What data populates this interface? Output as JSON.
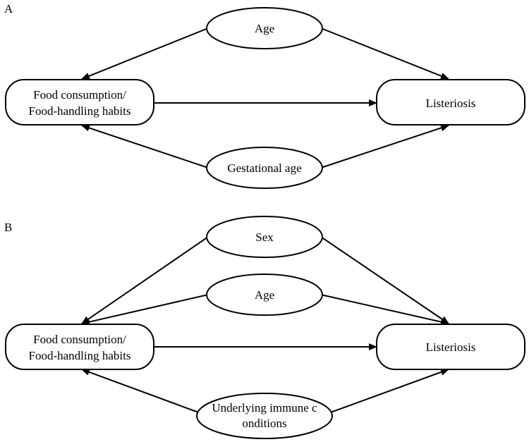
{
  "panel_a": {
    "label": "A",
    "exposure": {
      "line1": "Food consumption/",
      "line2": "Food-handling habits"
    },
    "outcome": "Listeriosis",
    "confounder_top": "Age",
    "confounder_bottom": "Gestational age"
  },
  "panel_b": {
    "label": "B",
    "exposure": {
      "line1": "Food consumption/",
      "line2": "Food-handling habits"
    },
    "outcome": "Listeriosis",
    "confounder_top": "Sex",
    "confounder_mid": "Age",
    "confounder_bottom": {
      "line1": "Underlying immune c",
      "line2": "onditions"
    }
  }
}
